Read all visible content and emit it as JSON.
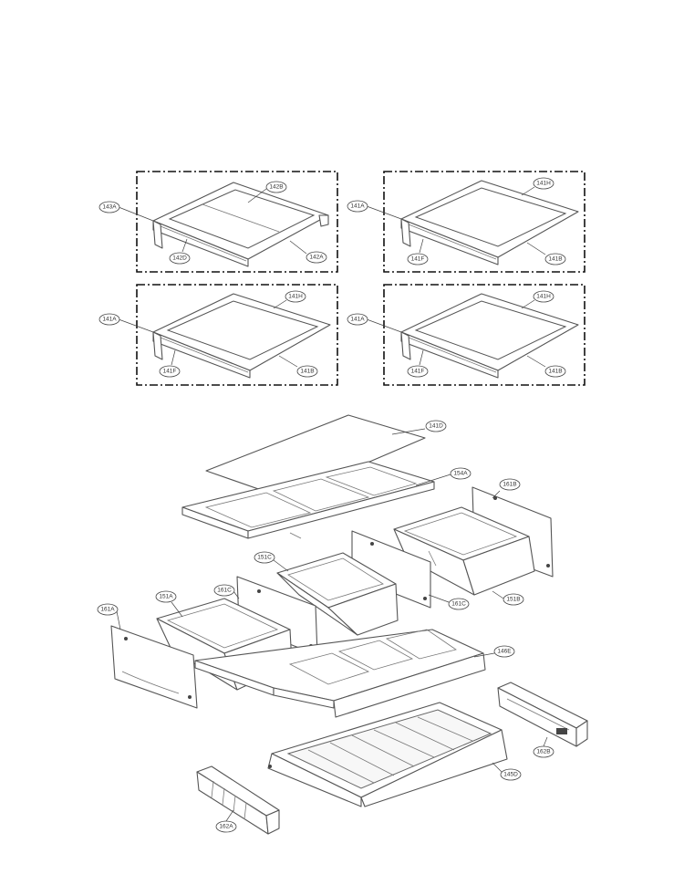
{
  "callouts": {
    "c143A": "143A",
    "c142B": "142B",
    "c142D": "142D",
    "c142A": "142A",
    "c141A_tr": "141A",
    "c141H_tr": "141H",
    "c141F_tr": "141F",
    "c141B_tr": "141B",
    "c141A_bl": "141A",
    "c141H_bl": "141H",
    "c141F_bl": "141F",
    "c141B_bl": "141B",
    "c141A_br": "141A",
    "c141H_br": "141H",
    "c141F_br": "141F",
    "c141B_br": "141B",
    "c141D": "141D",
    "c154A": "154A",
    "c161B_top": "161B",
    "c151C": "151C",
    "c161C_left": "161C",
    "c161C_right": "161C",
    "c151B": "151B",
    "c151A": "151A",
    "c161A": "161A",
    "c146E": "146E",
    "c162B": "162B",
    "c145D": "145D",
    "c162A": "162A"
  }
}
